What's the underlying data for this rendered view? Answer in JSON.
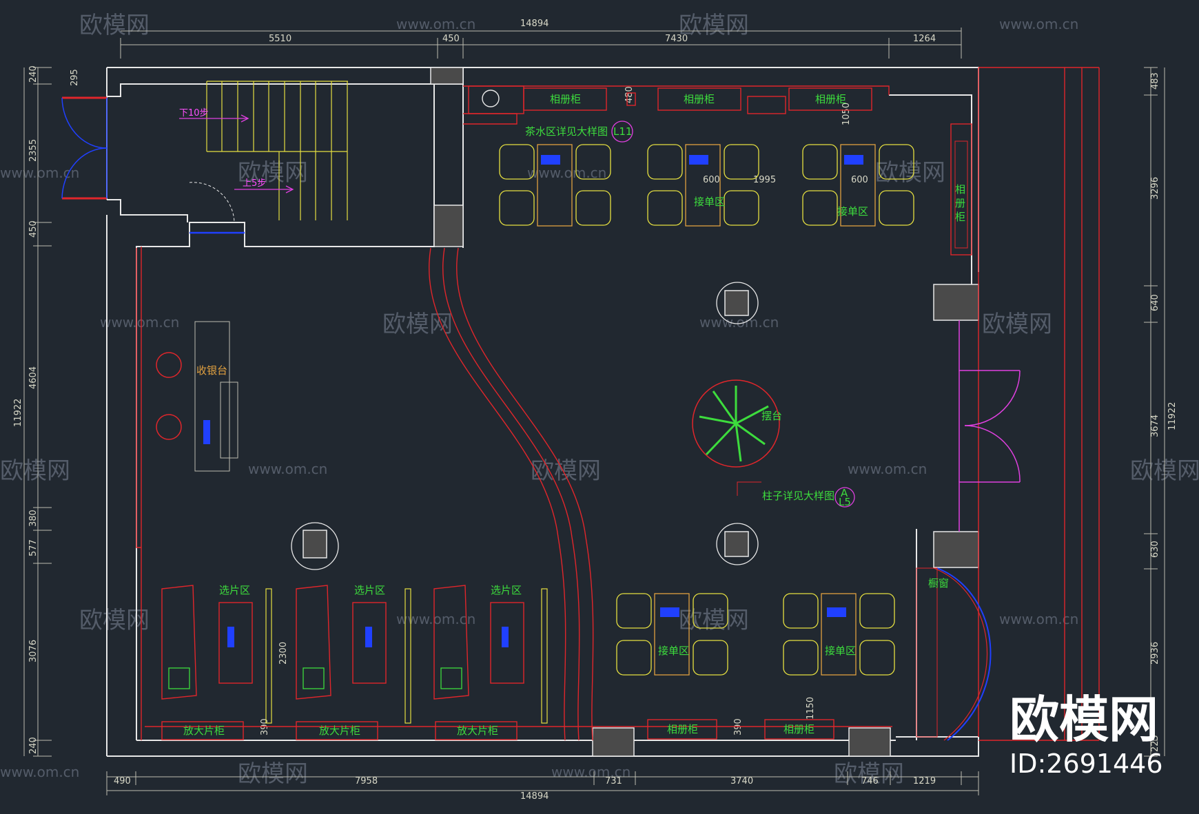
{
  "watermark": {
    "brand": "欧模网",
    "url": "www.om.cn",
    "id": "ID:2691446"
  },
  "dims": {
    "top_total": "14894",
    "top_a": "5510",
    "top_b": "450",
    "top_c": "7430",
    "top_d": "1264",
    "bottom_total": "14894",
    "bottom_a": "490",
    "bottom_b": "7958",
    "bottom_c": "731",
    "bottom_d": "3740",
    "bottom_e": "746",
    "bottom_f": "1219",
    "left_total": "11922",
    "left_a": "240",
    "left_b": "295",
    "left_c": "2355",
    "left_d": "450",
    "left_e": "4604",
    "left_f": "380",
    "left_g": "577",
    "left_h": "3076",
    "left_i": "240",
    "right_total": "11922",
    "right_a": "483",
    "right_b": "3296",
    "right_c": "640",
    "right_d": "3674",
    "right_e": "630",
    "right_f": "2936",
    "right_g": "225",
    "inner_1050": "1050",
    "inner_600a": "600",
    "inner_1995": "1995",
    "inner_600b": "600",
    "inner_2300": "2300",
    "inner_1150": "1150",
    "inner_480": "480",
    "inner_390a": "390",
    "inner_390b": "390"
  },
  "labels": {
    "album_cabinet": "相册柜",
    "album_cabinet_v": [
      "相",
      "册",
      "柜"
    ],
    "tea_area": "茶水区详见大样图",
    "tea_ref": "L11",
    "order_area": "接单区",
    "cashier": "收银台",
    "display": "摆台",
    "pillar": "柱子详见大样图",
    "pillar_ref_a": "A",
    "pillar_ref_b": "L5",
    "photo_select": "选片区",
    "enlarge_cabinet": "放大片柜",
    "window": "橱窗",
    "down_steps": "下10步",
    "up_steps": "上5步"
  },
  "colors": {
    "bg": "#212830",
    "wall": "#e8e8e8",
    "red": "#e0262b",
    "yellow": "#e6e040",
    "green": "#3ddc3d",
    "magenta": "#e040e0",
    "blue": "#2040ff"
  }
}
